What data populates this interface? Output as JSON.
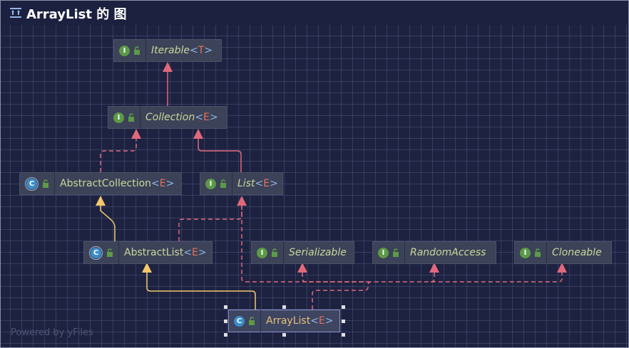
{
  "title": "ArrayList 的 图",
  "watermark": "Powered by yFiles",
  "colors": {
    "background": "#1d2241",
    "node_fill": "#3c4258",
    "interface_badge": "#5c9a47",
    "class_badge": "#3a8dc9",
    "class_name": "#c9d79a",
    "generic_param": "#e8705a",
    "implements_edge": "#e0697b",
    "extends_edge": "#f5c76b"
  },
  "nodes": [
    {
      "id": "iterable",
      "kind": "interface",
      "badge": "I",
      "name": "Iterable",
      "param": "T",
      "lock_icon": "lock-open-icon"
    },
    {
      "id": "collection",
      "kind": "interface",
      "badge": "I",
      "name": "Collection",
      "param": "E",
      "lock_icon": "lock-open-icon"
    },
    {
      "id": "abstract_collection",
      "kind": "abstract-class",
      "badge": "C",
      "name": "AbstractCollection",
      "param": "E",
      "lock_icon": "lock-open-icon"
    },
    {
      "id": "list",
      "kind": "interface",
      "badge": "I",
      "name": "List",
      "param": "E",
      "lock_icon": "lock-open-icon"
    },
    {
      "id": "abstract_list",
      "kind": "abstract-class",
      "badge": "C",
      "name": "AbstractList",
      "param": "E",
      "lock_icon": "lock-open-icon"
    },
    {
      "id": "serializable",
      "kind": "interface",
      "badge": "I",
      "name": "Serializable",
      "param": "",
      "lock_icon": "lock-open-icon"
    },
    {
      "id": "random_access",
      "kind": "interface",
      "badge": "I",
      "name": "RandomAccess",
      "param": "",
      "lock_icon": "lock-open-icon"
    },
    {
      "id": "cloneable",
      "kind": "interface",
      "badge": "I",
      "name": "Cloneable",
      "param": "",
      "lock_icon": "lock-open-icon"
    },
    {
      "id": "array_list",
      "kind": "class",
      "badge": "C",
      "name": "ArrayList",
      "param": "E",
      "lock_icon": "lock-open-icon",
      "selected": true
    }
  ],
  "edges": [
    {
      "from": "collection",
      "to": "iterable",
      "type": "extends-interface",
      "style": "solid"
    },
    {
      "from": "abstract_collection",
      "to": "collection",
      "type": "implements",
      "style": "dashed"
    },
    {
      "from": "list",
      "to": "collection",
      "type": "extends-interface",
      "style": "solid"
    },
    {
      "from": "abstract_list",
      "to": "abstract_collection",
      "type": "extends",
      "style": "solid"
    },
    {
      "from": "abstract_list",
      "to": "list",
      "type": "implements",
      "style": "dashed"
    },
    {
      "from": "array_list",
      "to": "abstract_list",
      "type": "extends",
      "style": "solid"
    },
    {
      "from": "array_list",
      "to": "list",
      "type": "implements",
      "style": "dashed"
    },
    {
      "from": "array_list",
      "to": "serializable",
      "type": "implements",
      "style": "dashed"
    },
    {
      "from": "array_list",
      "to": "random_access",
      "type": "implements",
      "style": "dashed"
    },
    {
      "from": "array_list",
      "to": "cloneable",
      "type": "implements",
      "style": "dashed"
    }
  ]
}
